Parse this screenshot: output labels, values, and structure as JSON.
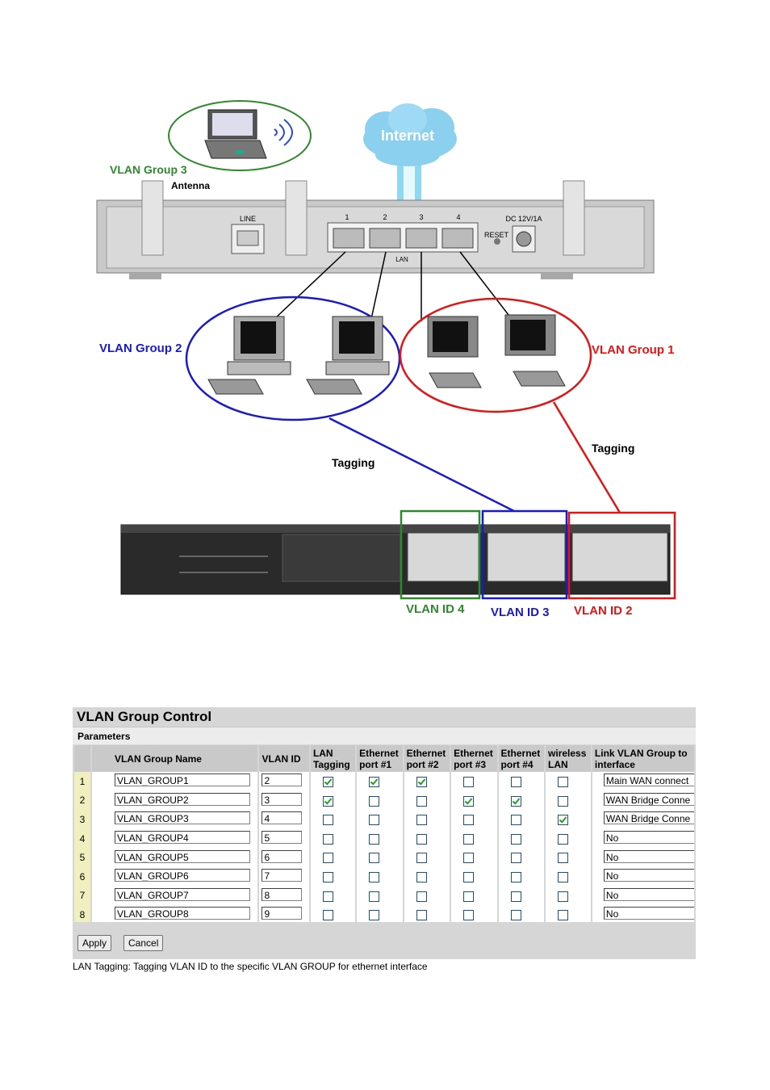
{
  "diagram": {
    "internet": "Internet",
    "antenna": "Antenna",
    "line_port": "LINE",
    "lan_ports": [
      "1",
      "2",
      "3",
      "4"
    ],
    "lan_label": "LAN",
    "reset": "RESET",
    "dc": "DC 12V/1A",
    "group3": "VLAN Group 3",
    "group2": "VLAN Group 2",
    "group1": "VLAN Group 1",
    "tagging": "Tagging",
    "id4": "VLAN ID 4",
    "id3": "VLAN ID 3",
    "id2": "VLAN ID 2",
    "colors": {
      "green": "#2c8a2c",
      "blue": "#1a1acc",
      "red": "#e01616"
    }
  },
  "panel": {
    "title": "VLAN Group Control",
    "params": "Parameters",
    "headers": {
      "name": "VLAN Group Name",
      "id": "VLAN ID",
      "lan_tag": "LAN Tagging",
      "eth1": "Ethernet port #1",
      "eth2": "Ethernet port #2",
      "eth3": "Ethernet port #3",
      "eth4": "Ethernet port #4",
      "wlan": "wireless LAN",
      "link": "Link VLAN Group to interface"
    },
    "rows": [
      {
        "idx": "1",
        "name": "VLAN_GROUP1",
        "id": "2",
        "checks": [
          true,
          true,
          true,
          false,
          false,
          false
        ],
        "link": "Main WAN connect"
      },
      {
        "idx": "2",
        "name": "VLAN_GROUP2",
        "id": "3",
        "checks": [
          true,
          false,
          false,
          true,
          true,
          false
        ],
        "link": "WAN Bridge Conne"
      },
      {
        "idx": "3",
        "name": "VLAN_GROUP3",
        "id": "4",
        "checks": [
          false,
          false,
          false,
          false,
          false,
          true
        ],
        "link": "WAN Bridge Conne"
      },
      {
        "idx": "4",
        "name": "VLAN_GROUP4",
        "id": "5",
        "checks": [
          false,
          false,
          false,
          false,
          false,
          false
        ],
        "link": "No"
      },
      {
        "idx": "5",
        "name": "VLAN_GROUP5",
        "id": "6",
        "checks": [
          false,
          false,
          false,
          false,
          false,
          false
        ],
        "link": "No"
      },
      {
        "idx": "6",
        "name": "VLAN_GROUP6",
        "id": "7",
        "checks": [
          false,
          false,
          false,
          false,
          false,
          false
        ],
        "link": "No"
      },
      {
        "idx": "7",
        "name": "VLAN_GROUP7",
        "id": "8",
        "checks": [
          false,
          false,
          false,
          false,
          false,
          false
        ],
        "link": "No"
      },
      {
        "idx": "8",
        "name": "VLAN_GROUP8",
        "id": "9",
        "checks": [
          false,
          false,
          false,
          false,
          false,
          false
        ],
        "link": "No"
      }
    ],
    "apply": "Apply",
    "cancel": "Cancel"
  },
  "note": "LAN Tagging: Tagging VLAN ID to the specific VLAN GROUP for ethernet interface"
}
